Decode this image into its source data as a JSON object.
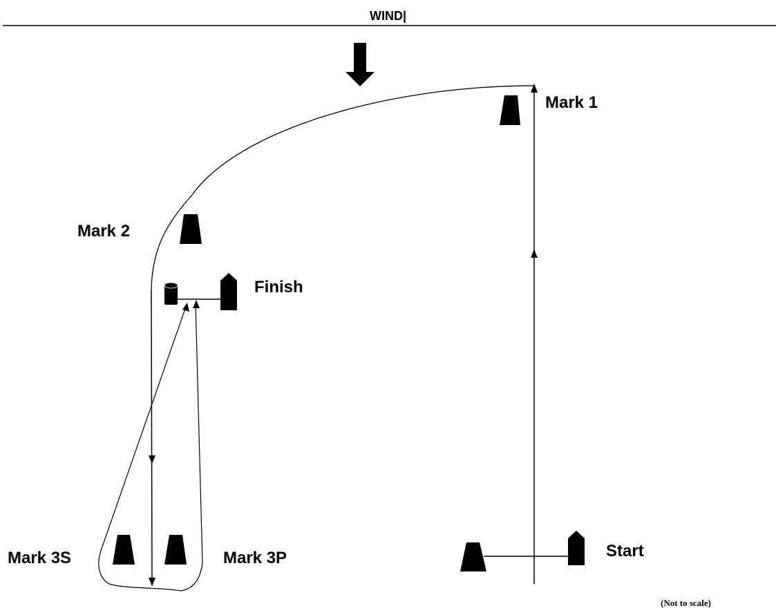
{
  "header": {
    "title": "WIND|"
  },
  "labels": {
    "mark1": "Mark 1",
    "mark2": "Mark 2",
    "finish": "Finish",
    "mark3s": "Mark 3S",
    "mark3p": "Mark 3P",
    "start": "Start"
  },
  "footer": {
    "note": "(Not to scale)"
  },
  "icons": {
    "wind": "wind-arrow-icon",
    "mark": "conical-buoy-icon",
    "boat": "committee-boat-icon",
    "finish_buoy": "cylinder-buoy-icon"
  },
  "colors": {
    "ink": "#000000",
    "background": "#ffffff"
  }
}
